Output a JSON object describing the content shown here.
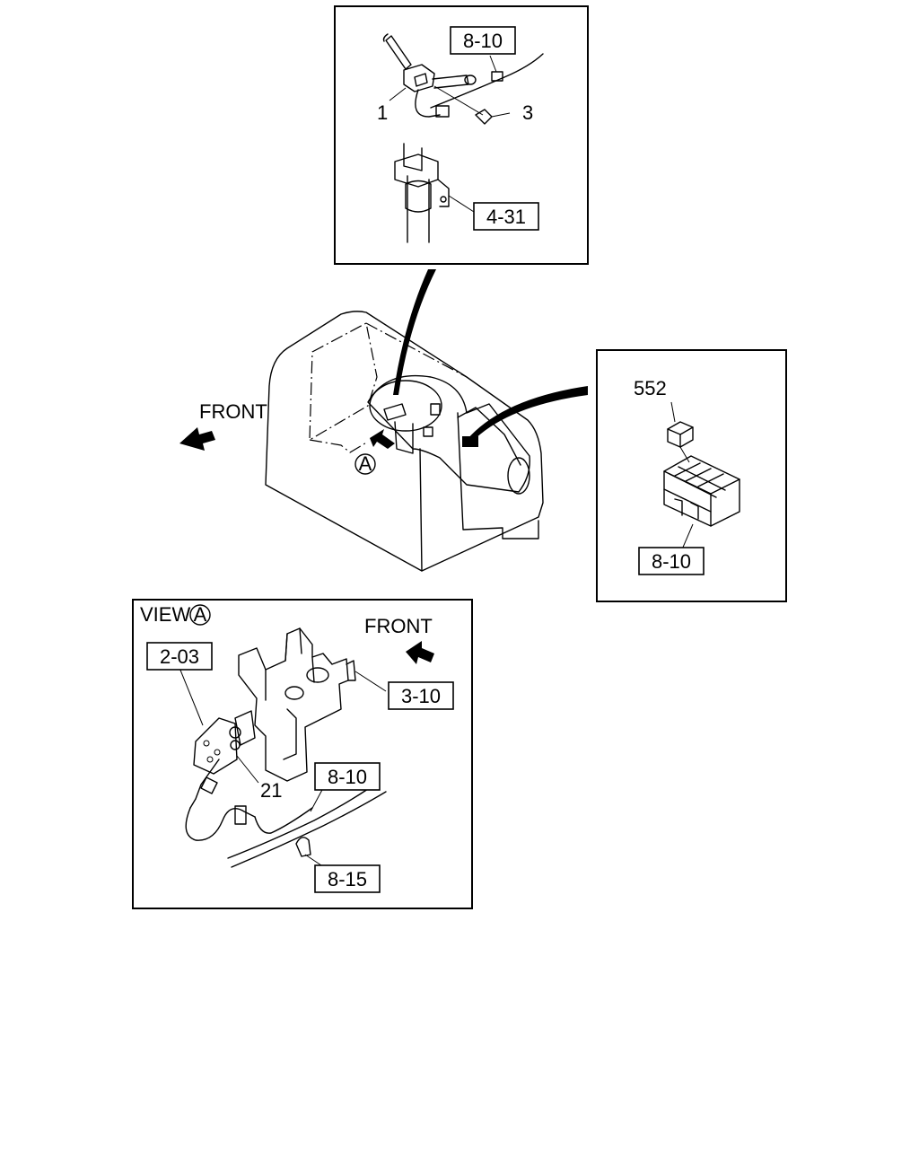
{
  "diagram": {
    "inset_top": {
      "part_1": "1",
      "part_3": "3",
      "ref_8_10": "8-10",
      "ref_4_31": "4-31"
    },
    "main_view": {
      "front_label": "FRONT",
      "view_marker": "A"
    },
    "inset_right": {
      "part_552": "552",
      "ref_8_10": "8-10"
    },
    "view_a": {
      "title": "VIEW",
      "title_marker": "A",
      "front_label": "FRONT",
      "ref_2_03": "2-03",
      "ref_3_10": "3-10",
      "part_21": "21",
      "ref_8_10": "8-10",
      "ref_8_15": "8-15"
    }
  }
}
